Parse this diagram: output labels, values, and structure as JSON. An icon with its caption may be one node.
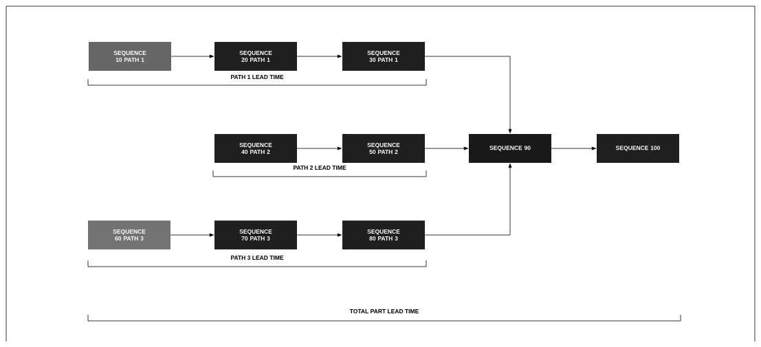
{
  "diagram": {
    "nodes": [
      {
        "text": [
          "SEQUENCE 10 PATH 1"
        ]
      },
      {
        "text": [
          "SEQUENCE 20 PATH 1"
        ]
      },
      {
        "text": [
          "SEQUENCE 30 PATH 1"
        ]
      },
      {
        "text": [
          "SEQUENCE 40 PATH 2"
        ]
      },
      {
        "text": [
          "SEQUENCE 50 PATH 2"
        ]
      },
      {
        "text": [
          "SEQUENCE 60 PATH 3"
        ]
      },
      {
        "text": [
          "SEQUENCE 70 PATH 3"
        ]
      },
      {
        "text": [
          "SEQUENCE 80 PATH 3"
        ]
      },
      {
        "text": [
          "SEQUENCE 90"
        ]
      },
      {
        "text": [
          "SEQUENCE 100"
        ]
      }
    ],
    "edges": [
      {
        "from": 0,
        "to": 1,
        "arrow": "to"
      },
      {
        "from": 1,
        "to": 2,
        "arrow": "to"
      },
      {
        "from": 2,
        "to": 8,
        "arrow": "to"
      },
      {
        "from": 3,
        "to": 4,
        "arrow": "to"
      },
      {
        "from": 4,
        "to": 8,
        "arrow": "to"
      },
      {
        "from": 5,
        "to": 6,
        "arrow": "to"
      },
      {
        "from": 6,
        "to": 7,
        "arrow": "to"
      },
      {
        "from": 7,
        "to": 8,
        "arrow": "to"
      },
      {
        "from": 8,
        "to": 9,
        "arrow": "to"
      }
    ],
    "labels": [
      "PATH 1 LEAD TIME",
      "PATH 2 LEAD TIME",
      "PATH 3 LEAD TIME",
      "TOTAL PART LEAD TIME"
    ]
  }
}
